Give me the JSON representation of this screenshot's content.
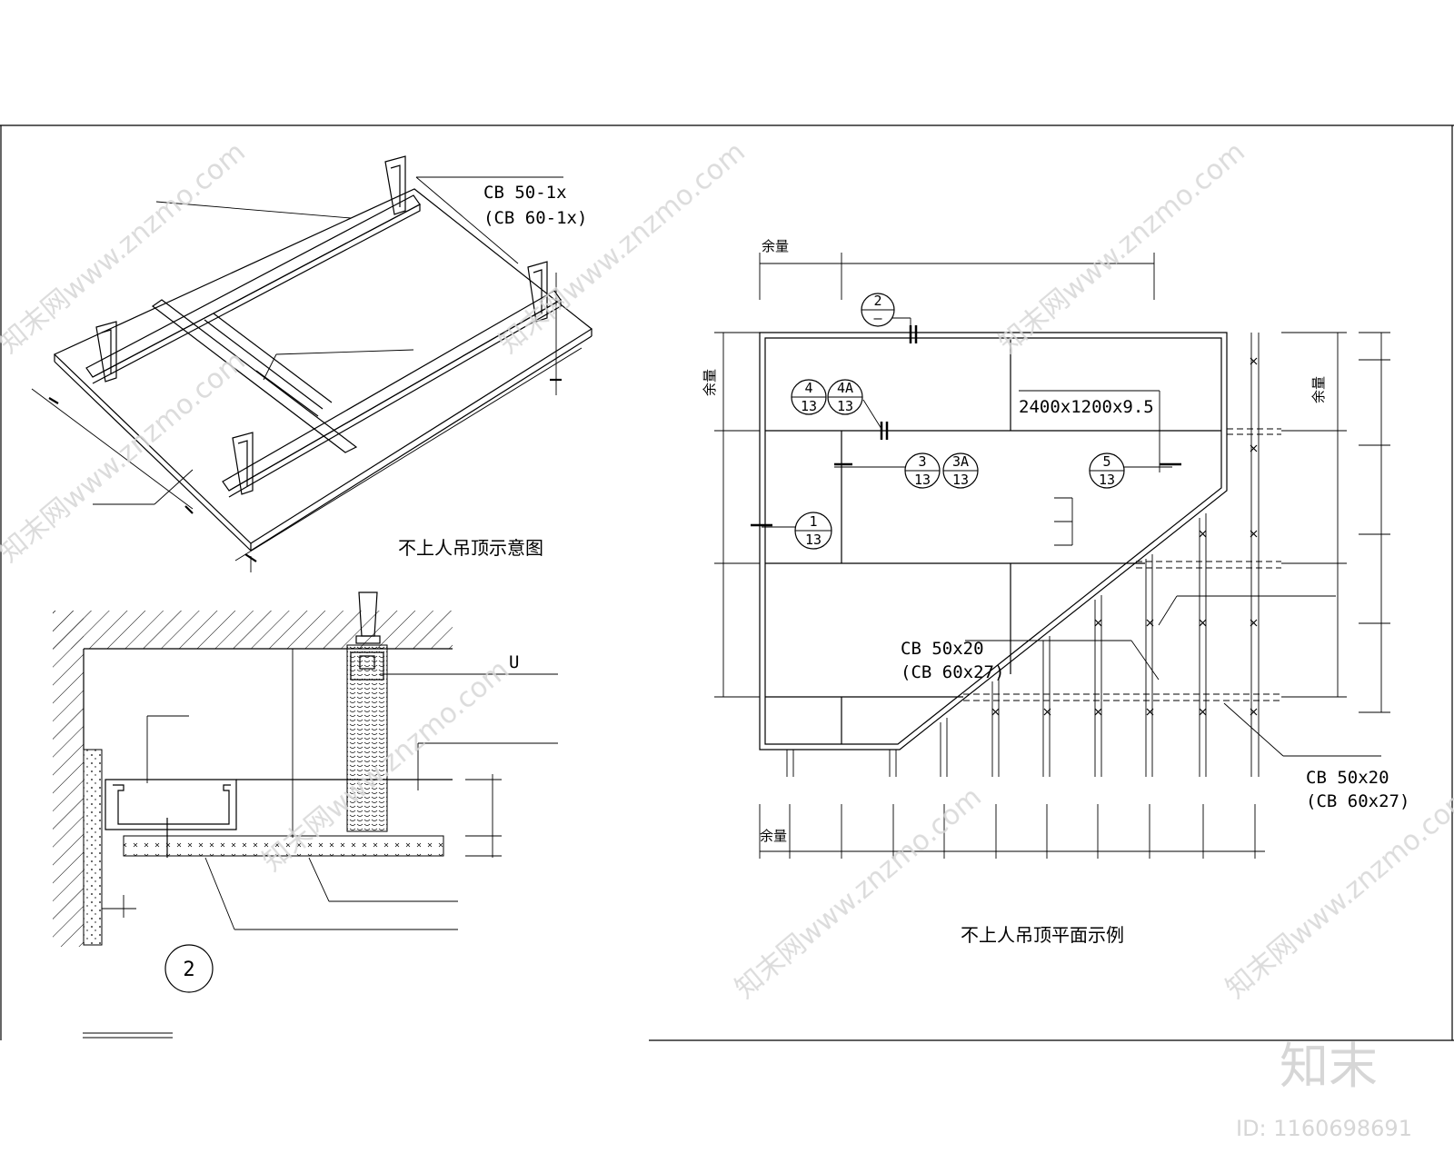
{
  "iso": {
    "callout": [
      "CB 50-1x",
      "(CB 60-1x)"
    ],
    "caption": "不上人吊顶示意图"
  },
  "section": {
    "label_u": "U",
    "tag": "2",
    "equals": "======="
  },
  "plan": {
    "dim_label": "余量",
    "board_size": "2400x1200x9.5",
    "tags": [
      {
        "top": "2",
        "bottom": "—"
      },
      {
        "top": "4",
        "bottom": "13"
      },
      {
        "top": "4A",
        "bottom": "13"
      },
      {
        "top": "3",
        "bottom": "13"
      },
      {
        "top": "3A",
        "bottom": "13"
      },
      {
        "top": "5",
        "bottom": "13"
      },
      {
        "top": "1",
        "bottom": "13"
      }
    ],
    "callout_a": [
      "CB 50x20",
      "(CB 60x27)"
    ],
    "callout_b": [
      "CB 50x20",
      "(CB 60x27)"
    ],
    "caption": "不上人吊顶平面示例"
  },
  "watermark": {
    "site": "知末网www.znzmo.com",
    "logo": "知末",
    "id": "ID: 1160698691"
  }
}
